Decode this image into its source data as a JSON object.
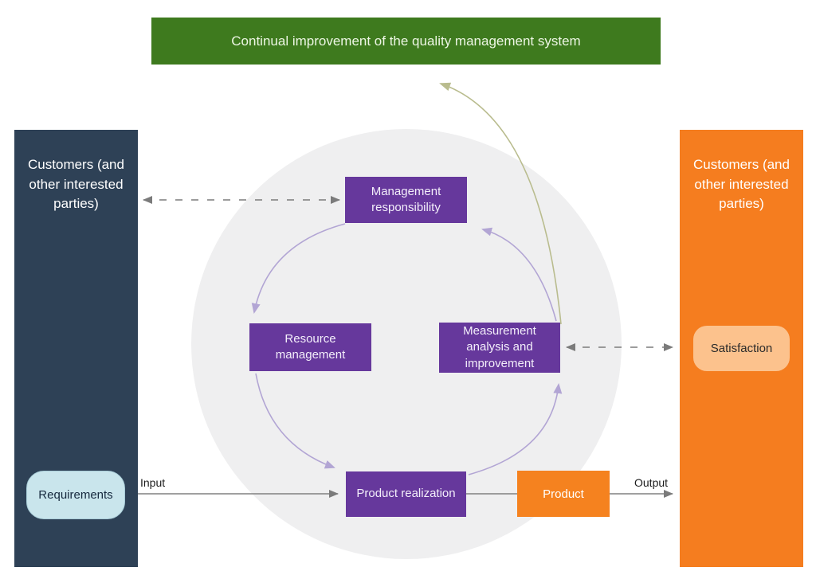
{
  "banner": {
    "label": "Continual improvement of the quality management system"
  },
  "left_column": {
    "label": "Customers (and other interested parties)"
  },
  "right_column": {
    "label": "Customers (and other interested parties)"
  },
  "nodes": {
    "management": "Management responsibility",
    "resource": "Resource management",
    "measurement": "Measurement analysis and improvement",
    "product_realization": "Product realization",
    "product": "Product",
    "requirements": "Requirements",
    "satisfaction": "Satisfaction"
  },
  "flow_labels": {
    "input": "Input",
    "output": "Output"
  },
  "colors": {
    "banner_green": "#3e7a1e",
    "column_navy": "#2e4156",
    "column_orange": "#f57d1f",
    "node_purple": "#66389c",
    "product_orange": "#f5821f",
    "requirements_blue": "#c9e5ec",
    "satisfaction_peach": "#fcc28d",
    "circle_gray": "#efeff0",
    "arrow_gray": "#7b7b7b",
    "arrow_purple": "#b2a5d4",
    "arrow_olive": "#b9bc8e"
  }
}
